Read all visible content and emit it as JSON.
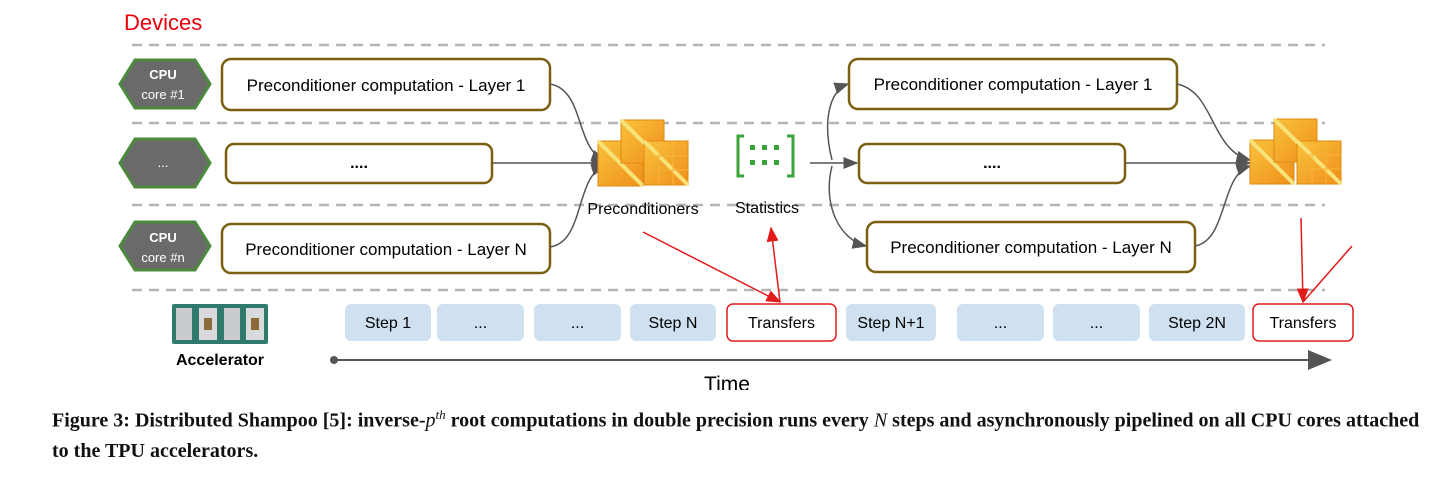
{
  "devices_label": "Devices",
  "cores": [
    {
      "line1": "CPU",
      "line2": "core #1"
    },
    {
      "line1": "...",
      "line2": ""
    },
    {
      "line1": "CPU",
      "line2": "core #n"
    }
  ],
  "computations_left": [
    "Preconditioner computation - Layer 1",
    "....",
    "Preconditioner computation - Layer N"
  ],
  "computations_right": [
    "Preconditioner computation - Layer 1",
    "....",
    "Preconditioner computation - Layer N"
  ],
  "preconditioners_label": "Preconditioners",
  "statistics_label": "Statistics",
  "accelerator_label": "Accelerator",
  "steps": [
    {
      "label": "Step 1",
      "kind": "step"
    },
    {
      "label": "...",
      "kind": "step"
    },
    {
      "label": "...",
      "kind": "step"
    },
    {
      "label": "Step N",
      "kind": "step"
    },
    {
      "label": "Transfers",
      "kind": "transfer"
    },
    {
      "label": "Step N+1",
      "kind": "step"
    },
    {
      "label": "...",
      "kind": "step"
    },
    {
      "label": "...",
      "kind": "step"
    },
    {
      "label": "Step 2N",
      "kind": "step"
    },
    {
      "label": "Transfers",
      "kind": "transfer"
    }
  ],
  "time_label": "Time",
  "caption": {
    "label": "Figure 3:",
    "text_a": "Distributed Shampoo [5]: inverse-",
    "p": "p",
    "sup": "th",
    "text_b": " root computations in double precision runs every ",
    "n": "N",
    "text_c": " steps and asynchronously pipelined on all CPU cores attached to the TPU accelerators."
  },
  "colors": {
    "devices_red": "#e8000b",
    "hexagon_fill": "#6a6a6a",
    "hexagon_border": "#4c8a3e",
    "box_border": "#7a6010",
    "step_fill": "#cfe0f1",
    "transfer_border": "#e21a1a",
    "statistics_green": "#3aa33a",
    "matrix_orange": "#f4a21a"
  }
}
